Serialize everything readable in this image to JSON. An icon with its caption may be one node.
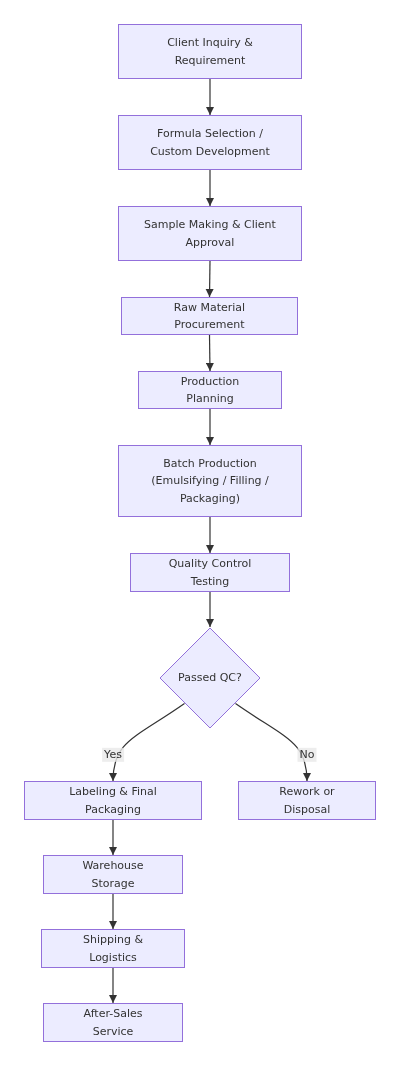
{
  "diagram": {
    "nodes": [
      {
        "text": [
          "Client Inquiry & Requirement"
        ]
      },
      {
        "text": [
          "Formula Selection / Custom Development"
        ]
      },
      {
        "text": [
          "Sample Making & Client Approval"
        ]
      },
      {
        "text": [
          "Raw Material Procurement"
        ]
      },
      {
        "text": [
          "Production Planning"
        ]
      },
      {
        "text": [
          "Batch Production (Emulsifying / Filling / Packaging)"
        ]
      },
      {
        "text": [
          "Quality Control Testing"
        ]
      },
      {
        "text": [
          "Passed QC?"
        ]
      },
      {
        "text": [
          "Labeling & Final Packaging"
        ]
      },
      {
        "text": [
          "Rework or Disposal"
        ]
      },
      {
        "text": [
          "Warehouse Storage"
        ]
      },
      {
        "text": [
          "Shipping & Logistics"
        ]
      },
      {
        "text": [
          "After-Sales Service"
        ]
      }
    ],
    "edges": [
      {
        "from": 0,
        "to": 1,
        "arrow": "to"
      },
      {
        "from": 1,
        "to": 2,
        "arrow": "to"
      },
      {
        "from": 2,
        "to": 3,
        "arrow": "to"
      },
      {
        "from": 3,
        "to": 4,
        "arrow": "to"
      },
      {
        "from": 4,
        "to": 5,
        "arrow": "to"
      },
      {
        "from": 5,
        "to": 6,
        "arrow": "to"
      },
      {
        "from": 6,
        "to": 7,
        "arrow": "to"
      },
      {
        "from": 7,
        "to": 8,
        "arrow": "to",
        "label": "Yes"
      },
      {
        "from": 7,
        "to": 9,
        "arrow": "to",
        "label": "No"
      },
      {
        "from": 8,
        "to": 10,
        "arrow": "to"
      },
      {
        "from": 10,
        "to": 11,
        "arrow": "to"
      },
      {
        "from": 11,
        "to": 12,
        "arrow": "to"
      }
    ]
  }
}
